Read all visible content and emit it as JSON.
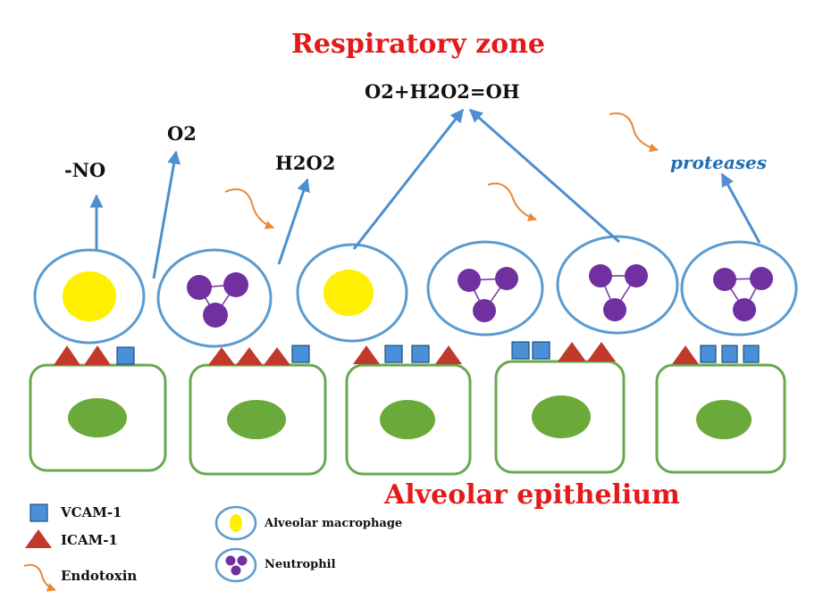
{
  "title": "Respiratory zone",
  "epithelium_label": "Alveolar epithelium",
  "products": {
    "no": "-NO",
    "o2": "O2",
    "h2o2": "H2O2",
    "oh": "O2+H2O2=OH",
    "proteases": "proteases"
  },
  "legend": {
    "vcam": "VCAM-1",
    "icam": "ICAM-1",
    "endotoxin": "Endotoxin",
    "macrophage": "Alveolar macrophage",
    "neutrophil": "Neutrophil"
  },
  "colors": {
    "title": "#e41a1a",
    "arrow": "#4d8fcf",
    "cell_outline": "#5a9bd0",
    "epithelium_outline": "#6aa84f",
    "nucleus": "#6aaa3a",
    "macrophage_nucleus": "#ffef00",
    "neutrophil": "#7030a0",
    "icam": "#c0392b",
    "vcam": "#4a90d9",
    "endotoxin": "#e8893a",
    "proteases_text": "#1f6fb2"
  }
}
